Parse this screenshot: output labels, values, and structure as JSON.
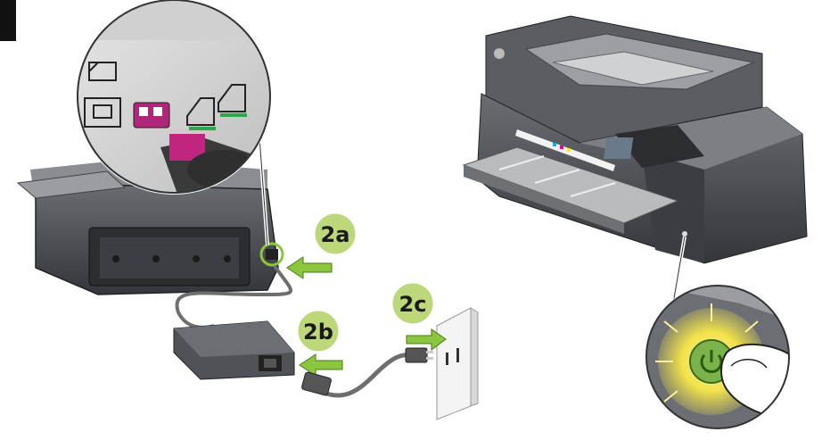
{
  "steps": {
    "a": "2a",
    "b": "2b",
    "c": "2c"
  },
  "colors": {
    "step_badge": "#bcd87a",
    "arrow": "#8cc63f",
    "power_glow": "#f2e24a",
    "usb_port": "#b0267a",
    "printer_body": "#4a4d52"
  },
  "icons": {
    "step_a_arrow": "arrow-right-icon",
    "step_b_arrow": "arrow-left-icon",
    "step_c_arrow": "arrow-right-icon",
    "power": "power-icon"
  }
}
